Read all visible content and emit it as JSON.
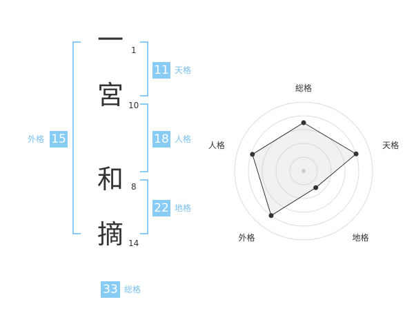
{
  "name": {
    "chars": [
      {
        "char": "一",
        "strokes": "1"
      },
      {
        "char": "宮",
        "strokes": "10"
      },
      {
        "char": "和",
        "strokes": "8"
      },
      {
        "char": "摘",
        "strokes": "14"
      }
    ]
  },
  "fortunes": {
    "tenkaku": {
      "label": "天格",
      "value": "11"
    },
    "jinkaku": {
      "label": "人格",
      "value": "18"
    },
    "chikaku": {
      "label": "地格",
      "value": "22"
    },
    "gaikaku": {
      "label": "外格",
      "value": "15"
    },
    "soukaku": {
      "label": "総格",
      "value": "33"
    }
  },
  "colors": {
    "accent": "#88ccf5",
    "text": "#333333"
  },
  "chart_data": {
    "type": "radar",
    "axes": [
      "総格",
      "天格",
      "地格",
      "外格",
      "人格"
    ],
    "values": [
      3.5,
      4.0,
      1.5,
      4.0,
      3.9
    ],
    "max": 5
  }
}
